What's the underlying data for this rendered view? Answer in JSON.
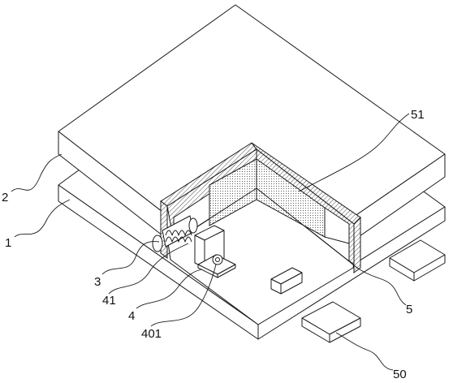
{
  "labels": {
    "l1": "1",
    "l2": "2",
    "l3": "3",
    "l4": "4",
    "l5": "5",
    "l41": "41",
    "l50": "50",
    "l51": "51",
    "l401": "401"
  }
}
